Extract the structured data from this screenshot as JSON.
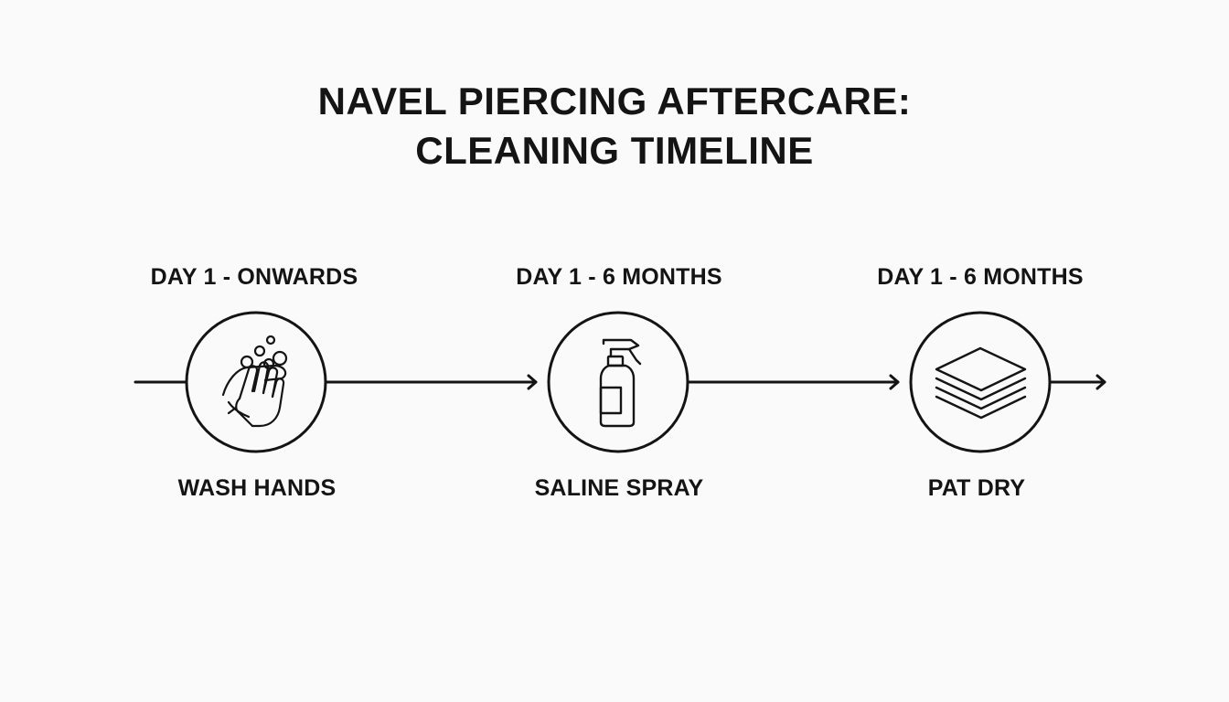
{
  "title": {
    "line1": "NAVEL PIERCING AFTERCARE:",
    "line2": "CLEANING TIMELINE"
  },
  "steps": [
    {
      "period": "DAY 1 - ONWARDS",
      "label": "WASH HANDS",
      "icon": "washing-hands-icon"
    },
    {
      "period": "DAY 1 - 6 MONTHS",
      "label": "SALINE SPRAY",
      "icon": "spray-bottle-icon"
    },
    {
      "period": "DAY 1 - 6 MONTHS",
      "label": "PAT DRY",
      "icon": "stacked-towels-icon"
    }
  ],
  "colors": {
    "background": "#fafafa",
    "ink": "#141414"
  }
}
